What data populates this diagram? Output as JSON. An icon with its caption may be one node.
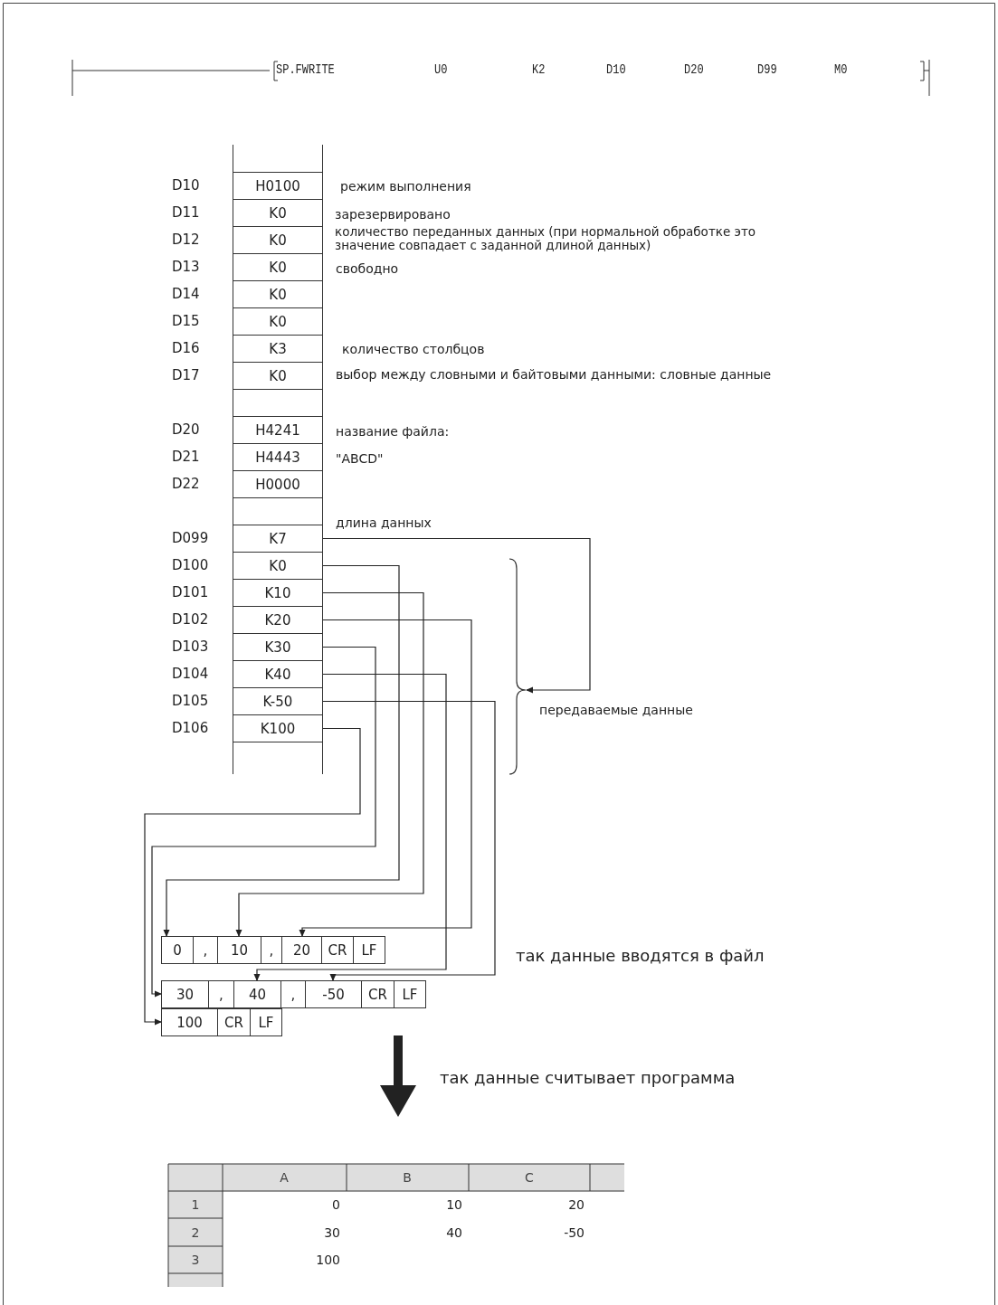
{
  "diagram": {
    "nodes": [
      {
        "text": [],
        "shape": "box"
      },
      {
        "text": [
          "H0100"
        ],
        "beside": [
          "D10"
        ]
      },
      {
        "text": [
          "K0"
        ],
        "beside": [
          "D11"
        ]
      },
      {
        "text": [
          "K0"
        ],
        "beside": [
          "D12"
        ]
      },
      {
        "text": [
          "K0"
        ],
        "beside": [
          "D13"
        ]
      },
      {
        "text": [
          "K0"
        ],
        "beside": [
          "D14"
        ]
      },
      {
        "text": [
          "K0"
        ],
        "beside": [
          "D15"
        ]
      },
      {
        "text": [
          "K3"
        ],
        "beside": [
          "D16"
        ]
      },
      {
        "text": [
          "K0"
        ],
        "beside": [
          "D17"
        ]
      },
      {
        "text": [],
        "shape": "box"
      },
      {
        "text": [
          "H4241"
        ],
        "beside": [
          "D20"
        ]
      },
      {
        "text": [
          "H4443"
        ],
        "beside": [
          "D21"
        ]
      },
      {
        "text": [
          "H0000"
        ],
        "beside": [
          "D22"
        ]
      },
      {
        "text": [],
        "shape": "box"
      },
      {
        "text": [
          "K7"
        ],
        "beside": [
          "D099"
        ]
      },
      {
        "text": [
          "K0"
        ],
        "beside": [
          "D100"
        ]
      },
      {
        "text": [
          "K10"
        ],
        "beside": [
          "D101"
        ]
      },
      {
        "text": [
          "K20"
        ],
        "beside": [
          "D102"
        ]
      },
      {
        "text": [
          "K30"
        ],
        "beside": [
          "D103"
        ]
      },
      {
        "text": [
          "K40"
        ],
        "beside": [
          "D104"
        ]
      },
      {
        "text": [
          "K-50"
        ],
        "beside": [
          "D105"
        ]
      },
      {
        "text": [
          "K100"
        ],
        "beside": [
          "D106"
        ]
      },
      {
        "text": [],
        "shape": "box"
      },
      {
        "text": [],
        "shape": "bracket"
      },
      {
        "text": [
          "0"
        ]
      },
      {
        "text": [
          ","
        ]
      },
      {
        "text": [
          "10"
        ]
      },
      {
        "text": [
          ","
        ]
      },
      {
        "text": [
          "20"
        ]
      },
      {
        "text": [
          "CR"
        ]
      },
      {
        "text": [
          "LF"
        ]
      },
      {
        "text": [
          "30"
        ]
      },
      {
        "text": [
          ","
        ]
      },
      {
        "text": [
          "40"
        ]
      },
      {
        "text": [
          ","
        ]
      },
      {
        "text": [
          "-50"
        ]
      },
      {
        "text": [
          "CR"
        ]
      },
      {
        "text": [
          "LF"
        ]
      },
      {
        "text": [
          "100"
        ]
      },
      {
        "text": [
          "CR"
        ]
      },
      {
        "text": [
          "LF"
        ]
      }
    ],
    "edges": [
      {
        "from": 14,
        "to": 23,
        "arrow": "to"
      },
      {
        "from": 15,
        "to": 24,
        "arrow": "to"
      },
      {
        "from": 16,
        "to": 26,
        "arrow": "to"
      },
      {
        "from": 17,
        "to": 28,
        "arrow": "to"
      },
      {
        "from": 18,
        "to": 31,
        "arrow": "to"
      },
      {
        "from": 19,
        "to": 33,
        "arrow": "to"
      },
      {
        "from": 20,
        "to": 35,
        "arrow": "to"
      },
      {
        "from": 21,
        "to": 38,
        "arrow": "to"
      }
    ],
    "labels": [
      "SP.FWRITE",
      "U0",
      "K2",
      "D10",
      "D20",
      "D99",
      "M0",
      "режим выполнения",
      "зарезервировано",
      "количество переданных данных (при нормальной обработке это значение совпадает с заданной длиной данных)",
      "свободно",
      "количество столбцов",
      "выбор между словными и байтовыми данными: словные данные",
      "название файла:",
      "\"ABCD\"",
      "длина данных",
      "передаваемые данные",
      "так данные вводятся в файл",
      "так данные считывает программа",
      "A",
      "B",
      "C",
      "1",
      "0",
      "10",
      "20",
      "2",
      "30",
      "40",
      "-50",
      "3",
      "100"
    ]
  }
}
